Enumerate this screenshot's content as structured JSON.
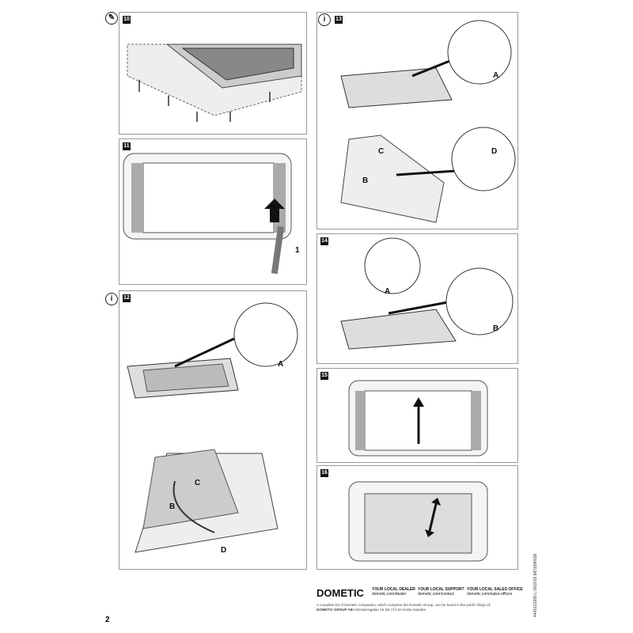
{
  "page_number": "2",
  "steps": [
    {
      "number": "10",
      "icon": "wrench-icon"
    },
    {
      "number": "11",
      "callout": "1"
    },
    {
      "number": "12",
      "icon": "info-icon",
      "callouts": [
        "A",
        "B",
        "C",
        "D"
      ]
    },
    {
      "number": "13",
      "icon": "info-icon",
      "callouts": [
        "A",
        "B",
        "C",
        "D"
      ]
    },
    {
      "number": "14",
      "callouts": [
        "A",
        "B"
      ]
    },
    {
      "number": "15"
    },
    {
      "number": "16"
    }
  ],
  "footer": {
    "brand": "DOMETIC",
    "dealer_title": "YOUR LOCAL DEALER",
    "dealer_url": "dometic.com/dealer",
    "support_title": "YOUR LOCAL SUPPORT",
    "support_url": "dometic.com/contact",
    "sales_title": "YOUR LOCAL SALES OFFICE",
    "sales_url": "dometic.com/sales-offices",
    "note": "A complete list of Dometic companies, which comprise the Dometic Group, can be found in the public filings of:",
    "company": "DOMETIC GROUP AB",
    "address": "Hemvärnsgatan 15    SE-171 54 Solna    Sweden"
  },
  "side_code": "4445101990 L   09/2019   MO1596038"
}
